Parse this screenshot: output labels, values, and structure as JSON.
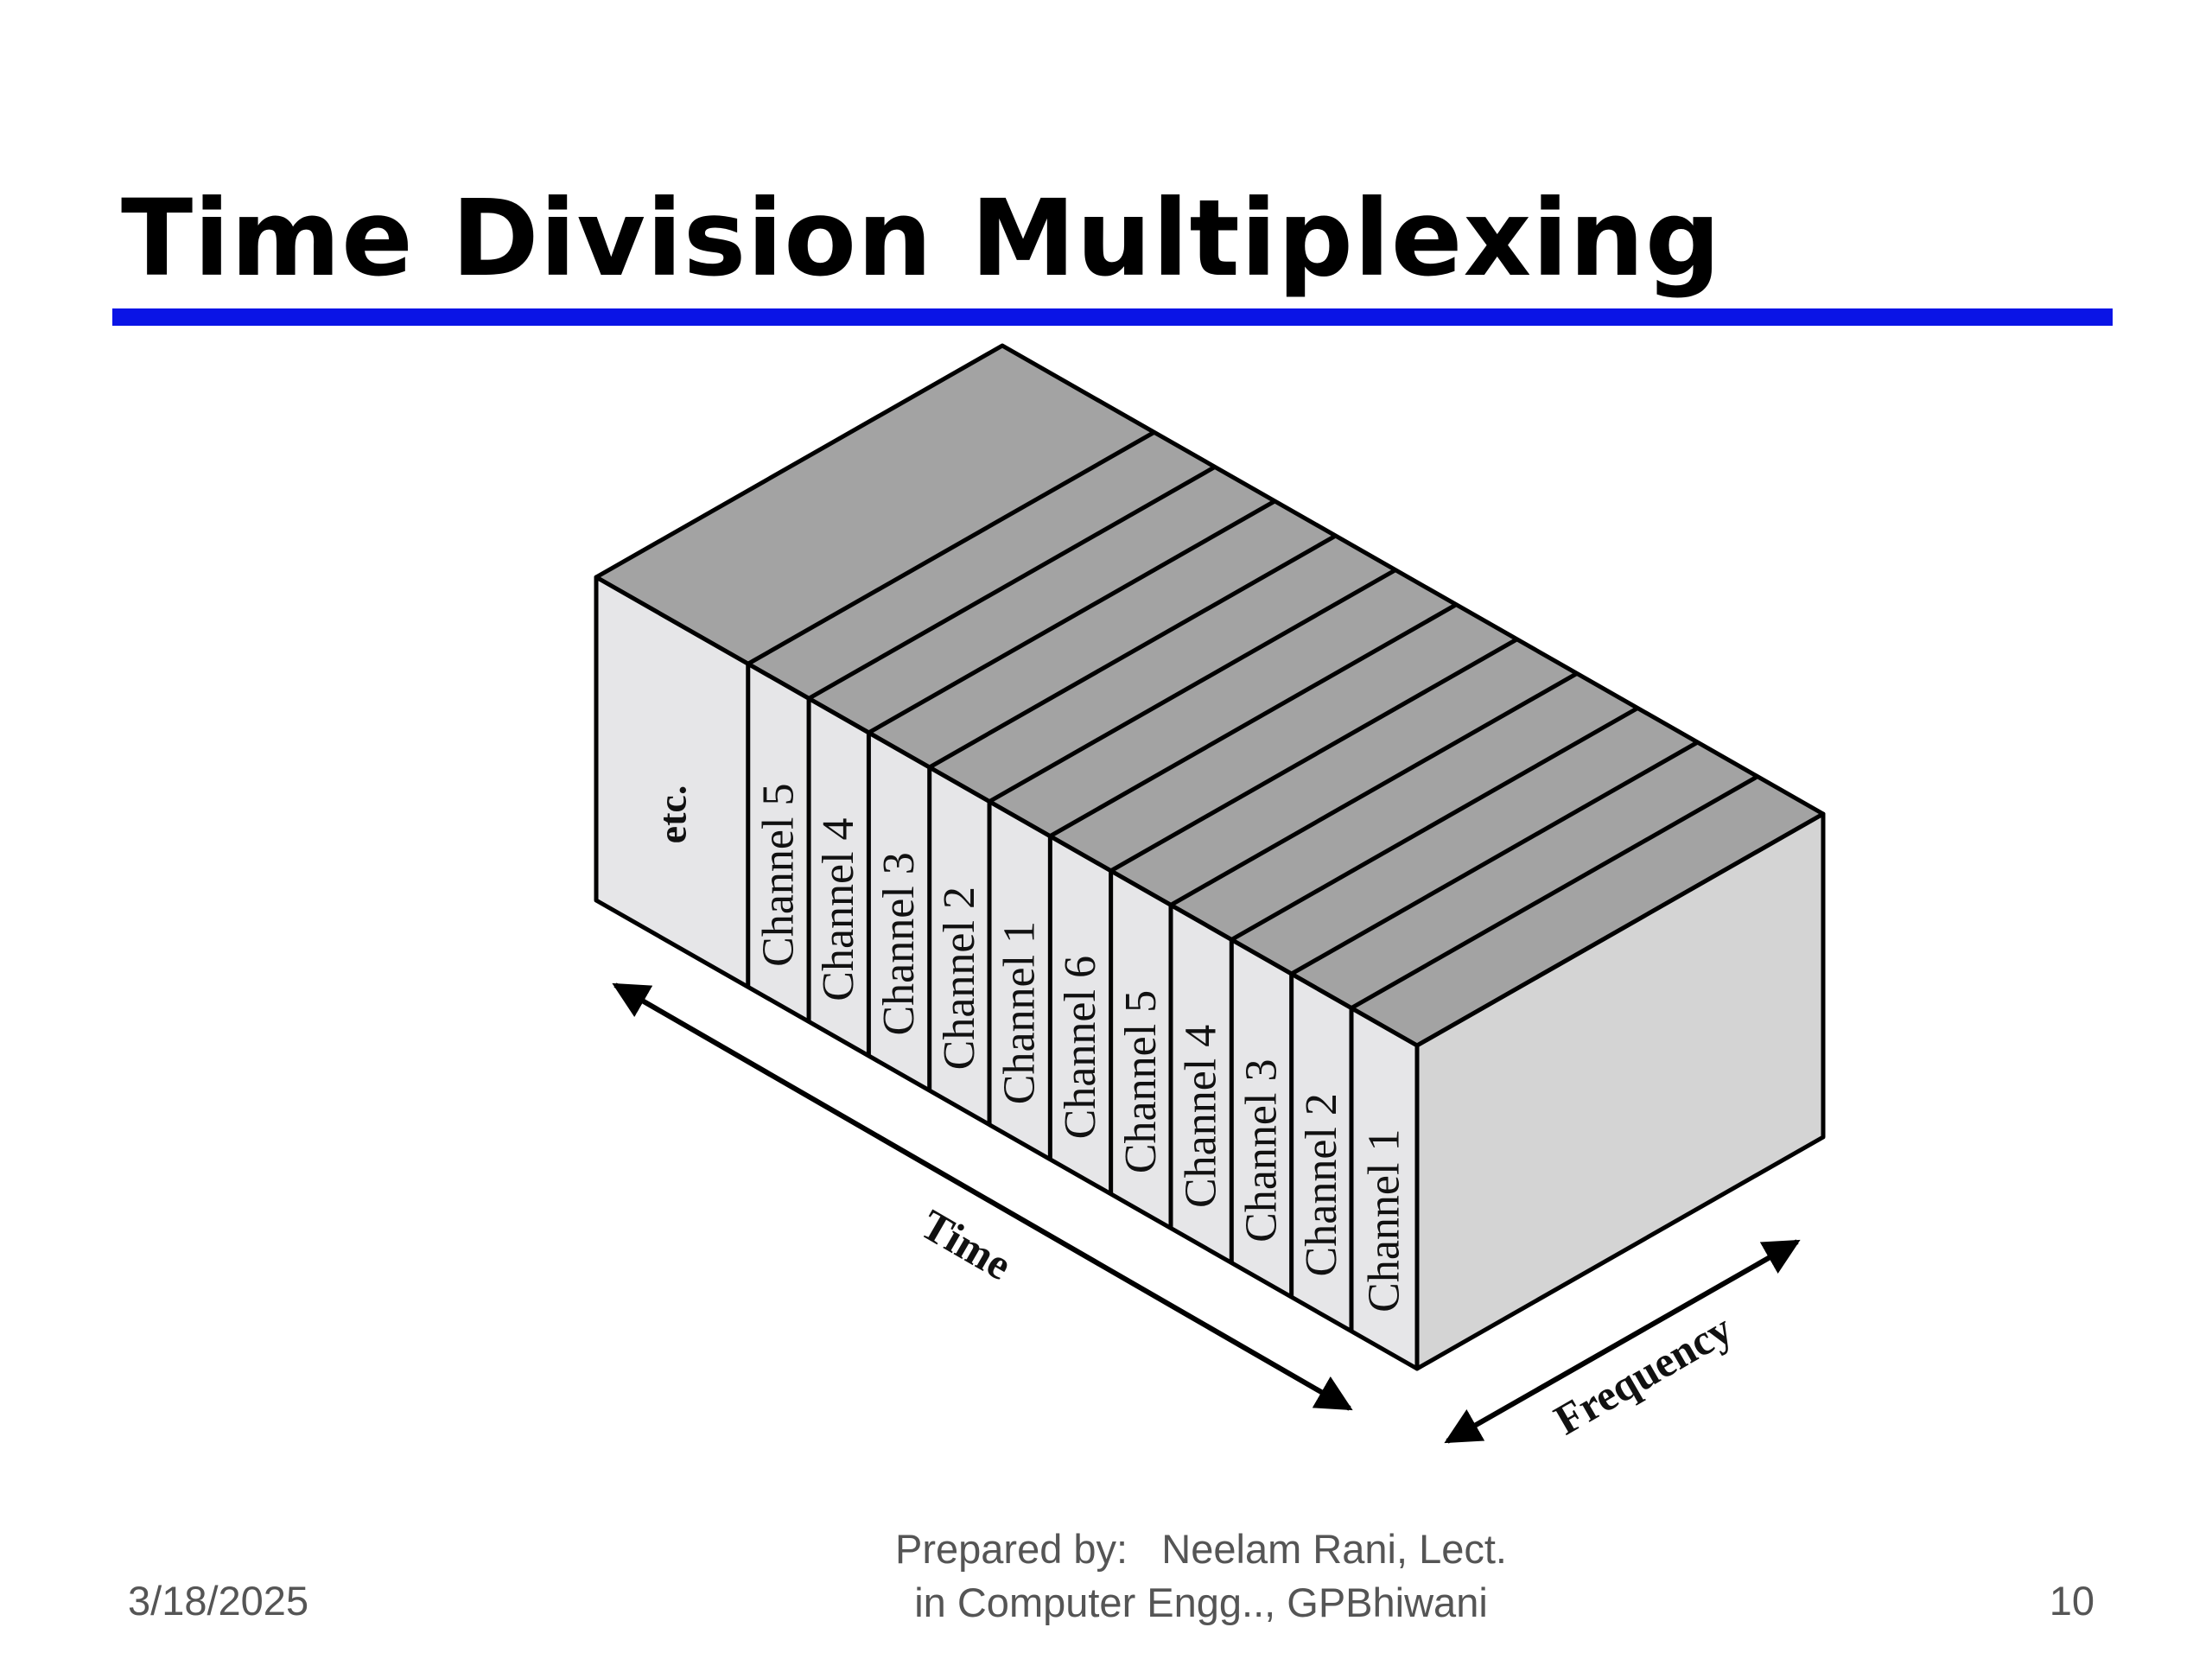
{
  "slide": {
    "title": "Time Division Multiplexing",
    "accent_color": "#0a14e6"
  },
  "diagram": {
    "slot_labels": [
      "etc.",
      "Channel 5",
      "Channel 4",
      "Channel 3",
      "Channel 2",
      "Channel 1",
      "Channel 6",
      "Channel 5",
      "Channel 4",
      "Channel 3",
      "Channel 2",
      "Channel 1"
    ],
    "time_label": "Time",
    "frequency_label": "Frequency",
    "colors": {
      "top": "#a3a3a3",
      "front": "#e6e6e8",
      "end": "#d4d4d4",
      "outline": "#000000"
    }
  },
  "footer": {
    "date": "3/18/2025",
    "credit_line1": "Prepared by:   Neelam Rani, Lect.",
    "credit_line2": "in Computer Engg.., GPBhiwani",
    "page_number": "10"
  }
}
